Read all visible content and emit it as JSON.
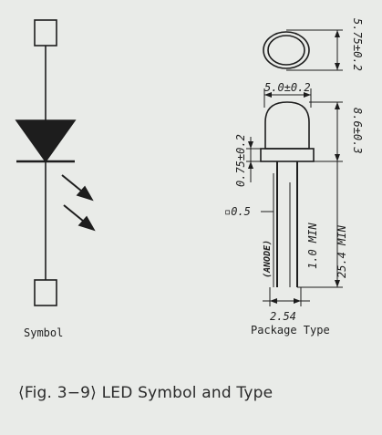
{
  "symbol": {
    "label": "Symbol"
  },
  "package": {
    "label": "Package Type",
    "dims": {
      "width_top": "5.75±0.2",
      "diameter": "5.0±0.2",
      "body_height": "8.6±0.3",
      "flange": "0.75±0.2",
      "lead_square": "▫0.5",
      "lead_min": "1.0 MIN",
      "lead_length": "25.4 MIN",
      "anode": "(ANODE)",
      "pitch": "2.54"
    }
  },
  "caption": "⟨Fig. 3−9⟩ LED Symbol and Type"
}
